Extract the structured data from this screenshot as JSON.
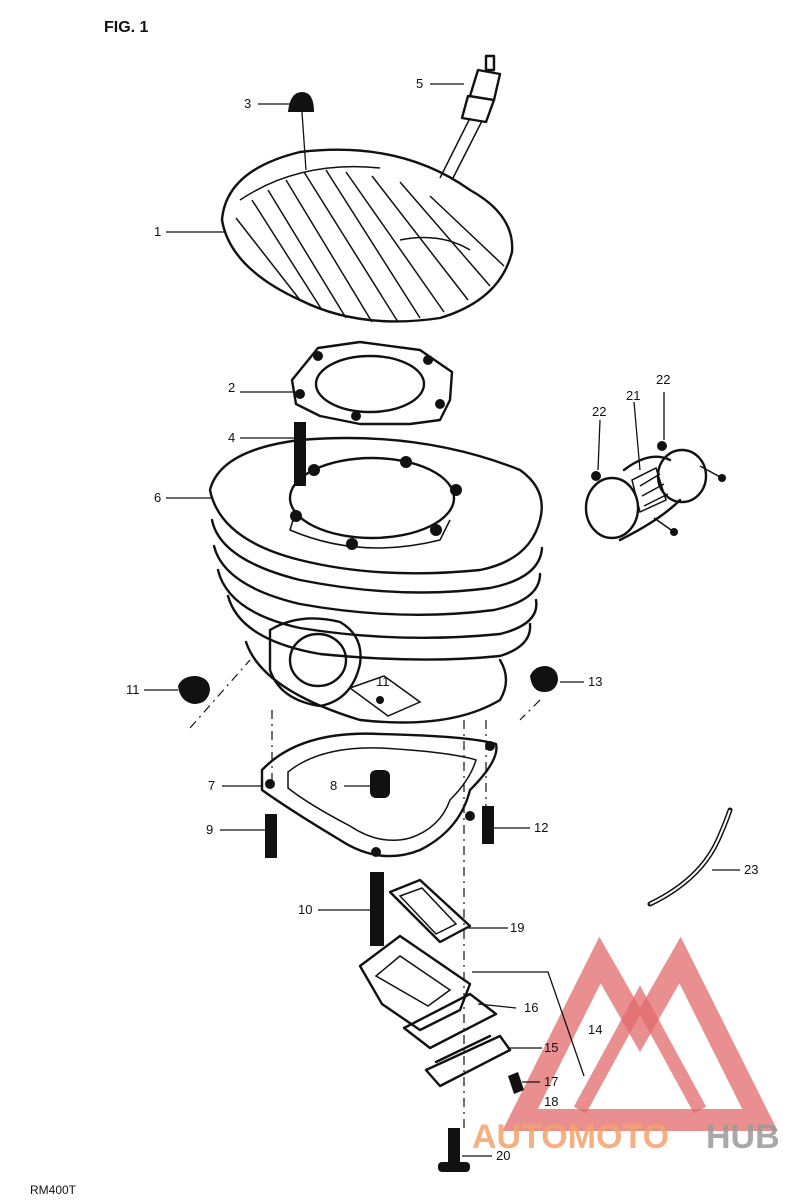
{
  "figure": {
    "title": "FIG. 1",
    "model": "RM400T"
  },
  "callouts": [
    {
      "num": "1"
    },
    {
      "num": "2"
    },
    {
      "num": "3"
    },
    {
      "num": "4"
    },
    {
      "num": "5"
    },
    {
      "num": "6"
    },
    {
      "num": "7"
    },
    {
      "num": "8"
    },
    {
      "num": "9"
    },
    {
      "num": "10"
    },
    {
      "num": "11"
    },
    {
      "num": "11"
    },
    {
      "num": "12"
    },
    {
      "num": "13"
    },
    {
      "num": "14"
    },
    {
      "num": "15"
    },
    {
      "num": "16"
    },
    {
      "num": "17"
    },
    {
      "num": "18"
    },
    {
      "num": "19"
    },
    {
      "num": "20"
    },
    {
      "num": "21"
    },
    {
      "num": "22"
    },
    {
      "num": "22"
    },
    {
      "num": "23"
    }
  ],
  "watermark": {
    "part1": "AUTOMOTO",
    "part2": "HUB",
    "color_primary": "#e26a6a",
    "color_secondary": "#9a9a9a"
  }
}
